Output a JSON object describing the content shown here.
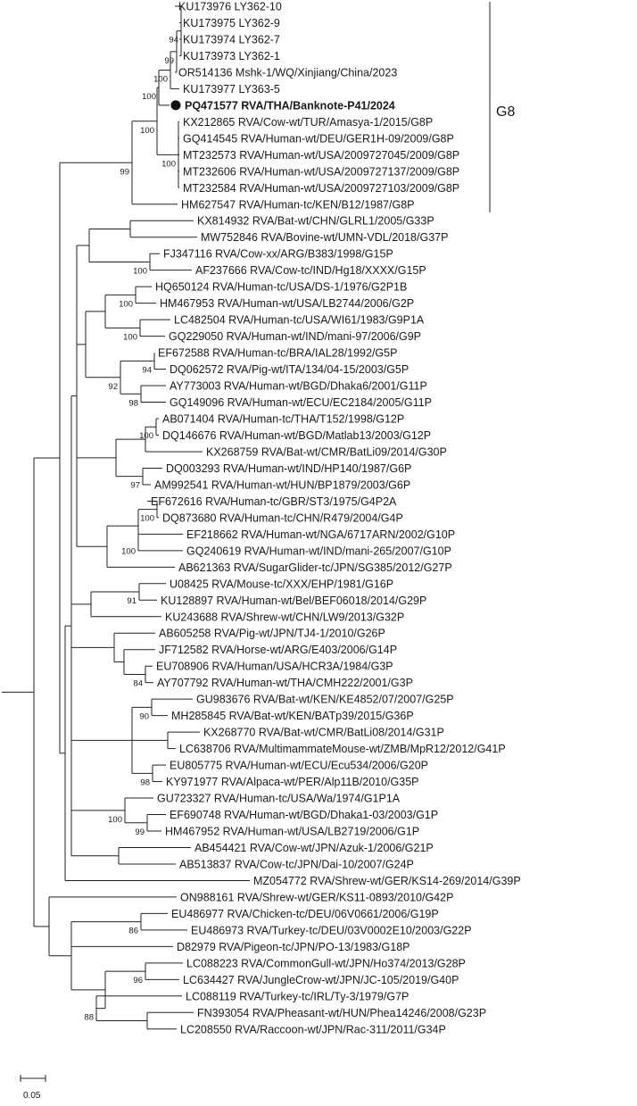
{
  "tree": {
    "leaves": [
      "KU173976 LY362-10",
      "KU173975 LY362-9",
      "KU173974 LY362-7",
      "KU173973 LY362-1",
      "OR514136 Mshk-1/WQ/Xinjiang/China/2023",
      "KU173977 LY363-5",
      "PQ471577 RVA/THA/Banknote-P41/2024",
      "KX212865 RVA/Cow-wt/TUR/Amasya-1/2015/G8P",
      "GQ414545 RVA/Human-wt/DEU/GER1H-09/2009/G8P",
      "MT232573 RVA/Human-wt/USA/2009727045/2009/G8P",
      "MT232606 RVA/Human-wt/USA/2009727137/2009/G8P",
      "MT232584 RVA/Human-wt/USA/2009727103/2009/G8P",
      "HM627547 RVA/Human-tc/KEN/B12/1987/G8P",
      "KX814932 RVA/Bat-wt/CHN/GLRL1/2005/G33P",
      "MW752846 RVA/Bovine-wt/UMN-VDL/2018/G37P",
      "FJ347116 RVA/Cow-xx/ARG/B383/1998/G15P",
      "AF237666 RVA/Cow-tc/IND/Hg18/XXXX/G15P",
      "HQ650124 RVA/Human-tc/USA/DS-1/1976/G2P1B",
      "HM467953 RVA/Human-wt/USA/LB2744/2006/G2P",
      "LC482504 RVA/Human-tc/USA/WI61/1983/G9P1A",
      "GQ229050 RVA/Human-wt/IND/mani-97/2006/G9P",
      "EF672588 RVA/Human-tc/BRA/IAL28/1992/G5P",
      "DQ062572 RVA/Pig-wt/ITA/134/04-15/2003/G5P",
      "AY773003 RVA/Human-wt/BGD/Dhaka6/2001/G11P",
      "GQ149096 RVA/Human-wt/ECU/EC2184/2005/G11P",
      "AB071404 RVA/Human-tc/THA/T152/1998/G12P",
      "DQ146676 RVA/Human-wt/BGD/Matlab13/2003/G12P",
      "KX268759 RVA/Bat-wt/CMR/BatLi09/2014/G30P",
      "DQ003293 RVA/Human-wt/IND/HP140/1987/G6P",
      "AM992541 RVA/Human-wt/HUN/BP1879/2003/G6P",
      "EF672616 RVA/Human-tc/GBR/ST3/1975/G4P2A",
      "DQ873680 RVA/Human-tc/CHN/R479/2004/G4P",
      "EF218662 RVA/Human-wt/NGA/6717ARN/2002/G10P",
      "GQ240619 RVA/Human-wt/IND/mani-265/2007/G10P",
      "AB621363 RVA/SugarGlider-tc/JPN/SG385/2012/G27P",
      "U08425 RVA/Mouse-tc/XXX/EHP/1981/G16P",
      "KU128897 RVA/Human-wt/Bel/BEF06018/2014/G29P",
      "KU243688 RVA/Shrew-wt/CHN/LW9/2013/G32P",
      "AB605258 RVA/Pig-wt/JPN/TJ4-1/2010/G26P",
      "JF712582 RVA/Horse-wt/ARG/E403/2006/G14P",
      "EU708906 RVA/Human/USA/HCR3A/1984/G3P",
      "AY707792 RVA/Human-wt/THA/CMH222/2001/G3P",
      "GU983676 RVA/Bat-wt/KEN/KE4852/07/2007/G25P",
      "MH285845 RVA/Bat-wt/KEN/BATp39/2015/G36P",
      "KX268770 RVA/Bat-wt/CMR/BatLi08/2014/G31P",
      "LC638706 RVA/MultimammateMouse-wt/ZMB/MpR12/2012/G41P",
      "EU805775 RVA/Human-wt/ECU/Ecu534/2006/G20P",
      "KY971977 RVA/Alpaca-wt/PER/Alp11B/2010/G35P",
      "GU723327 RVA/Human-tc/USA/Wa/1974/G1P1A",
      "EF690748 RVA/Human-wt/BGD/Dhaka1-03/2003/G1P",
      "HM467952 RVA/Human-wt/USA/LB2719/2006/G1P",
      "AB454421 RVA/Cow-wt/JPN/Azuk-1/2006/G21P",
      "AB513837 RVA/Cow-tc/JPN/Dai-10/2007/G24P",
      "MZ054772 RVA/Shrew-wt/GER/KS14-269/2014/G39P",
      "ON988161 RVA/Shrew-wt/GER/KS11-0893/2010/G42P",
      "EU486977 RVA/Chicken-tc/DEU/06V0661/2006/G19P",
      "EU486973 RVA/Turkey-tc/DEU/03V0002E10/2003/G22P",
      "D82979 RVA/Pigeon-tc/JPN/PO-13/1983/G18P",
      "LC088223 RVA/CommonGull-wt/JPN/Ho374/2013/G28P",
      "LC634427 RVA/JungleCrow-wt/JPN/JC-105/2019/G40P",
      "LC088119 RVA/Turkey-tc/IRL/Ty-3/1979/G7P",
      "FN393054 RVA/Pheasant-wt/HUN/Phea14246/2008/G23P",
      "LC208550 RVA/Raccoon-wt/JPN/Rac-311/2011/G34P"
    ],
    "highlighted_leaf": "PQ471577 RVA/THA/Banknote-P41/2024",
    "bootstrap_values": [
      "94",
      "99",
      "100",
      "100",
      "99",
      "100",
      "100",
      "94",
      "92",
      "98",
      "100",
      "97",
      "100",
      "100",
      "91",
      "84",
      "90",
      "98",
      "100",
      "99",
      "86",
      "96",
      "88"
    ],
    "clade_label": "G8",
    "scale_bar_label": "0.05"
  }
}
